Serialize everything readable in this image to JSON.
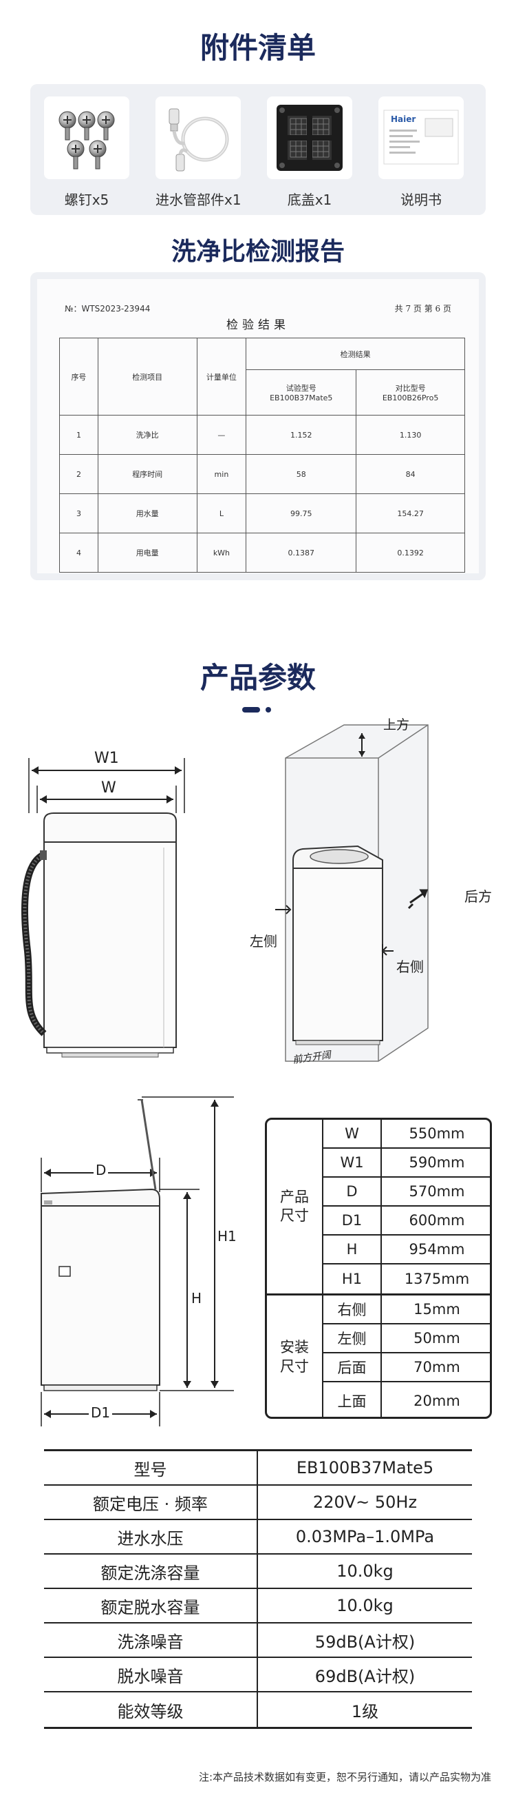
{
  "accessories": {
    "title": "附件清单",
    "items": [
      {
        "label": "螺钉x5",
        "icon": "screws-icon"
      },
      {
        "label": "进水管部件x1",
        "icon": "inlet-hose-icon"
      },
      {
        "label": "底盖x1",
        "icon": "bottom-cover-icon"
      },
      {
        "label": "说明书",
        "icon": "manual-icon"
      }
    ],
    "manual_brand": "Haier"
  },
  "report": {
    "title": "洗净比检测报告",
    "number": "№：WTS2023-23944",
    "page": "共 7 页 第 6 页",
    "heading": "检验结果",
    "headers": {
      "index": "序号",
      "item": "检测项目",
      "unit": "计量单位",
      "result": "检测结果",
      "test_label": "试验型号",
      "test_model": "EB100B37Mate5",
      "ref_label": "对比型号",
      "ref_model": "EB100B26Pro5"
    },
    "rows": [
      {
        "no": "1",
        "item": "洗净比",
        "unit": "—",
        "test": "1.152",
        "ref": "1.130"
      },
      {
        "no": "2",
        "item": "程序时间",
        "unit": "min",
        "test": "58",
        "ref": "84"
      },
      {
        "no": "3",
        "item": "用水量",
        "unit": "L",
        "test": "99.75",
        "ref": "154.27"
      },
      {
        "no": "4",
        "item": "用电量",
        "unit": "kWh",
        "test": "0.1387",
        "ref": "0.1392"
      }
    ]
  },
  "params": {
    "title": "产品参数",
    "accent_color": "#1b2a5c",
    "front_diagram": {
      "w1": "W1",
      "w": "W"
    },
    "install_diagram": {
      "top": "上方",
      "back": "后方",
      "left": "左侧",
      "right": "右侧",
      "front": "前方开阔"
    },
    "side_diagram": {
      "d": "D",
      "d1": "D1",
      "h": "H",
      "h1": "H1"
    },
    "spec_groups": [
      {
        "label": "产品\n尺寸",
        "rows": [
          {
            "key": "W",
            "value": "550mm"
          },
          {
            "key": "W1",
            "value": "590mm"
          },
          {
            "key": "D",
            "value": "570mm"
          },
          {
            "key": "D1",
            "value": "600mm"
          },
          {
            "key": "H",
            "value": "954mm"
          },
          {
            "key": "H1",
            "value": "1375mm"
          }
        ]
      },
      {
        "label": "安装\n尺寸",
        "rows": [
          {
            "key": "右侧",
            "value": "15mm"
          },
          {
            "key": "左侧",
            "value": "50mm"
          },
          {
            "key": "后面",
            "value": "70mm"
          },
          {
            "key": "上面",
            "value": "20mm"
          }
        ]
      }
    ],
    "specs": [
      {
        "key": "型号",
        "value": "EB100B37Mate5"
      },
      {
        "key": "额定电压 · 频率",
        "value": "220V~ 50Hz"
      },
      {
        "key": "进水水压",
        "value": "0.03MPa–1.0MPa"
      },
      {
        "key": "额定洗涤容量",
        "value": "10.0kg"
      },
      {
        "key": "额定脱水容量",
        "value": "10.0kg"
      },
      {
        "key": "洗涤噪音",
        "value": "59dB(A计权)"
      },
      {
        "key": "脱水噪音",
        "value": "69dB(A计权)"
      },
      {
        "key": "能效等级",
        "value": "1级"
      }
    ],
    "note": "注:本产品技术数据如有变更，恕不另行通知，请以产品实物为准"
  }
}
